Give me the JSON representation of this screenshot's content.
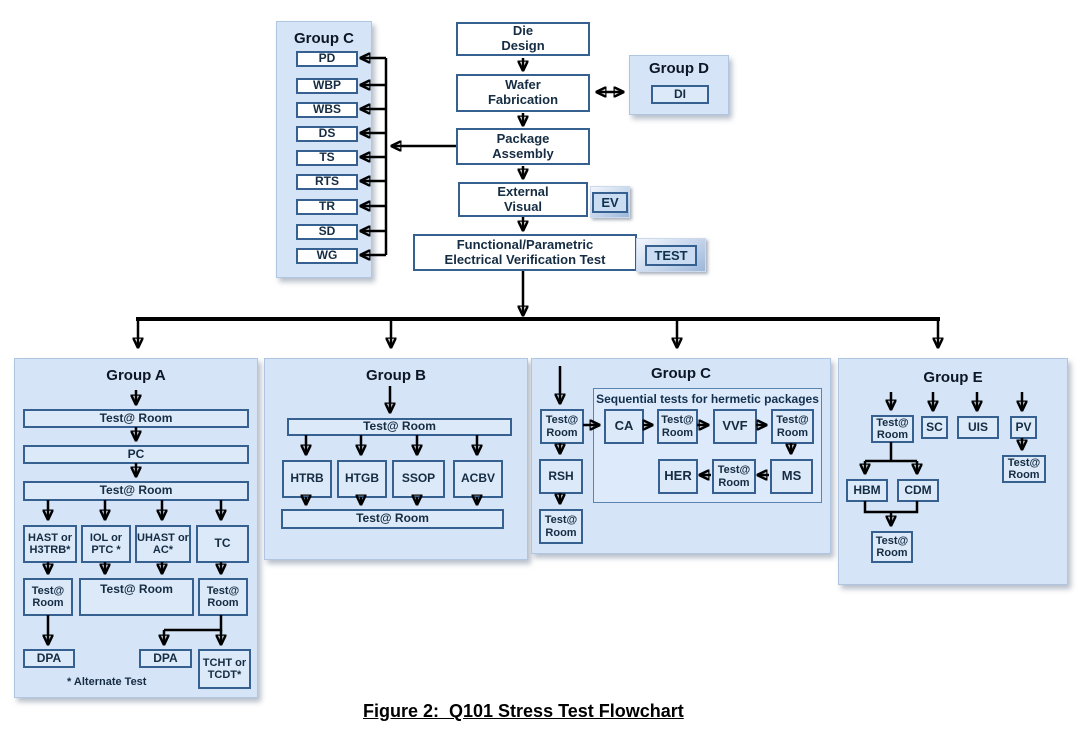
{
  "figure_caption": "Figure 2:  Q101 Stress Test Flowchart",
  "colors": {
    "panel_fill": "#d5e4f7",
    "box_fill": "#dbe9f9",
    "white_box_fill": "#ffffff",
    "box_border": "#35608f",
    "arrow": "#000000",
    "subpanel_border": "#5b83b0"
  },
  "top_flow": {
    "die_design": "Die\nDesign",
    "wafer_fabrication": "Wafer\nFabrication",
    "package_assembly": "Package\nAssembly",
    "external_visual": "External\nVisual",
    "electrical_test": "Functional/Parametric\nElectrical Verification Test",
    "ev_badge": "EV",
    "test_badge": "TEST"
  },
  "group_c_top": {
    "title": "Group C",
    "items": [
      "PD",
      "WBP",
      "WBS",
      "DS",
      "TS",
      "RTS",
      "TR",
      "SD",
      "WG"
    ]
  },
  "group_d": {
    "title": "Group D",
    "di": "DI"
  },
  "group_a": {
    "title": "Group A",
    "test_room_1": "Test@ Room",
    "pc": "PC",
    "test_room_2": "Test@ Room",
    "hast": "HAST or\nH3TRB*",
    "iol": "IOL or\nPTC *",
    "uhast": "UHAST or\nAC*",
    "tc": "TC",
    "test_room_left": "Test@\nRoom",
    "test_room_mid": "Test@ Room",
    "test_room_right": "Test@\nRoom",
    "dpa_left": "DPA",
    "dpa_mid": "DPA",
    "tcht": "TCHT or\nTCDT*",
    "footnote": "* Alternate Test"
  },
  "group_b": {
    "title": "Group B",
    "test_room_top": "Test@ Room",
    "htrb": "HTRB",
    "htgb": "HTGB",
    "ssop": "SSOP",
    "acbv": "ACBV",
    "test_room_bottom": "Test@ Room"
  },
  "group_c_bottom": {
    "title": "Group C",
    "subpanel_label": "Sequential tests for hermetic packages",
    "test_room_in": "Test@\nRoom",
    "rsh": "RSH",
    "test_room_out": "Test@\nRoom",
    "ca": "CA",
    "test_room_a": "Test@\nRoom",
    "vvf": "VVF",
    "test_room_b": "Test@\nRoom",
    "ms": "MS",
    "test_room_c": "Test@\nRoom",
    "her": "HER"
  },
  "group_e": {
    "title": "Group E",
    "test_room_top": "Test@\nRoom",
    "sc": "SC",
    "uis": "UIS",
    "pv": "PV",
    "test_room_pv": "Test@\nRoom",
    "hbm": "HBM",
    "cdm": "CDM",
    "test_room_bottom": "Test@\nRoom"
  }
}
